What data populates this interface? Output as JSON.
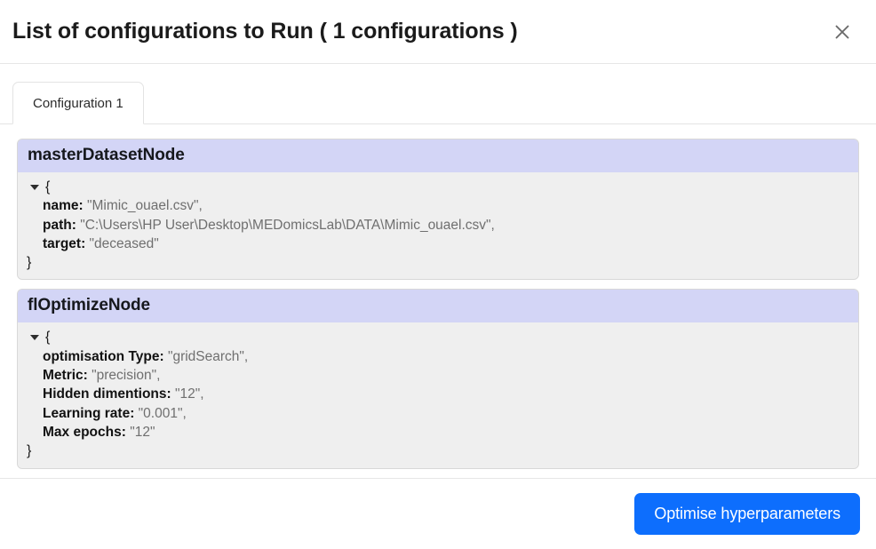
{
  "header": {
    "title": "List of configurations to Run ( 1 configurations )",
    "close_icon": "close-icon"
  },
  "tabs": [
    {
      "label": "Configuration 1",
      "active": true
    }
  ],
  "panels": [
    {
      "node_name": "masterDatasetNode",
      "open_brace": "{",
      "close_brace": "}",
      "caret_icon": "caret-down-icon",
      "rows": [
        {
          "key": "name:",
          "value": "\"Mimic_ouael.csv\","
        },
        {
          "key": "path:",
          "value": "\"C:\\Users\\HP User\\Desktop\\MEDomicsLab\\DATA\\Mimic_ouael.csv\","
        },
        {
          "key": "target:",
          "value": "\"deceased\""
        }
      ]
    },
    {
      "node_name": "flOptimizeNode",
      "open_brace": "{",
      "close_brace": "}",
      "caret_icon": "caret-down-icon",
      "rows": [
        {
          "key": "optimisation Type:",
          "value": "\"gridSearch\","
        },
        {
          "key": "Metric:",
          "value": "\"precision\","
        },
        {
          "key": "Hidden dimentions:",
          "value": "\"12\","
        },
        {
          "key": "Learning rate:",
          "value": "\"0.001\","
        },
        {
          "key": "Max epochs:",
          "value": "\"12\""
        }
      ]
    }
  ],
  "footer": {
    "primary_button_label": "Optimise hyperparameters"
  },
  "colors": {
    "accent": "#0d6efd",
    "node_header_bg": "#d3d5f6",
    "node_body_bg": "#efefef",
    "value_text": "#6f6f6f"
  }
}
